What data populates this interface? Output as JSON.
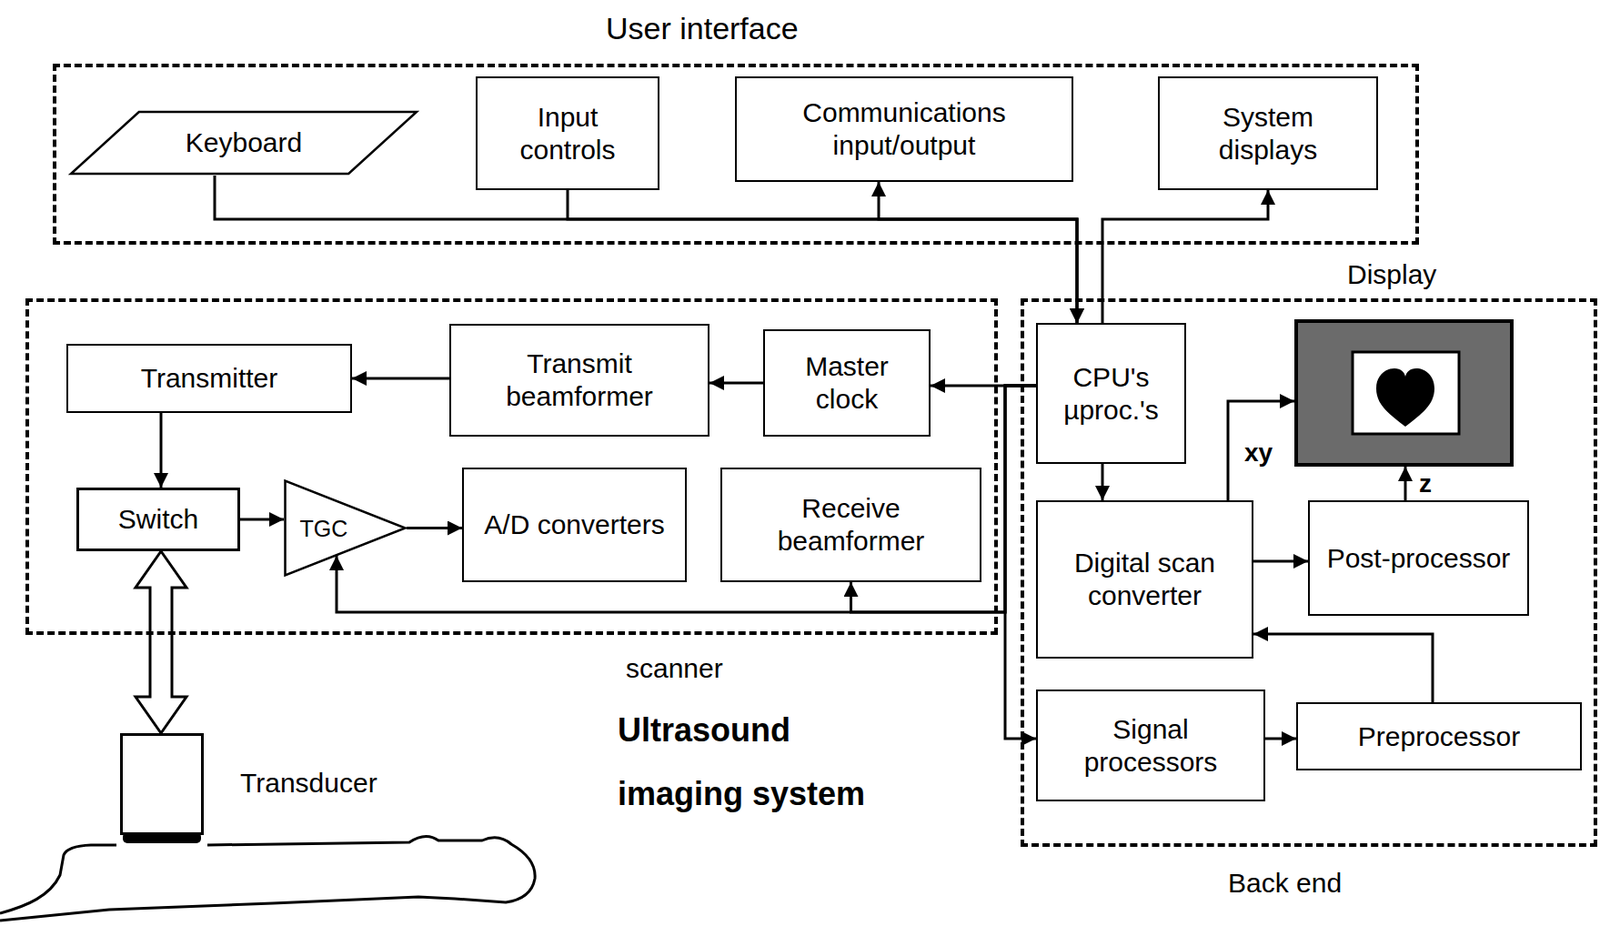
{
  "diagram": {
    "nodes": [
      {
        "text": [
          "User interface"
        ]
      },
      {
        "text": [
          "Keyboard"
        ],
        "in": 0
      },
      {
        "text": [
          "Input controls"
        ],
        "in": 0
      },
      {
        "text": [
          "Communications input/output"
        ],
        "in": 0
      },
      {
        "text": [
          "System displays"
        ],
        "in": 0
      },
      {
        "text": [
          "scanner"
        ]
      },
      {
        "text": [
          "Transmitter"
        ],
        "in": 5
      },
      {
        "text": [
          "Transmit beamformer"
        ],
        "in": 5
      },
      {
        "text": [
          "Master clock"
        ],
        "in": 5
      },
      {
        "text": [
          "Switch"
        ],
        "in": 5
      },
      {
        "text": [
          "TGC"
        ],
        "in": 5
      },
      {
        "text": [
          "A/D converters"
        ],
        "in": 5
      },
      {
        "text": [
          "Receive beamformer"
        ],
        "in": 5
      },
      {
        "text": [
          "Back end"
        ]
      },
      {
        "text": [
          "CPU's µproc.'s"
        ],
        "in": 13
      },
      {
        "text": [
          "Display"
        ],
        "in": 13
      },
      {
        "text": [
          "Digital scan converter"
        ],
        "in": 13
      },
      {
        "text": [
          "Post-processor"
        ],
        "in": 13
      },
      {
        "text": [
          "Signal processors"
        ],
        "in": 13
      },
      {
        "text": [
          "Preprocessor"
        ],
        "in": 13
      },
      {
        "text": [
          "Transducer"
        ]
      }
    ],
    "edges": [
      {
        "from": 1,
        "to": 14,
        "arrow": "to"
      },
      {
        "from": 2,
        "to": 14,
        "arrow": "to"
      },
      {
        "from": 3,
        "to": 14,
        "arrow": "both"
      },
      {
        "from": 14,
        "to": 4,
        "arrow": "to"
      },
      {
        "from": 14,
        "to": 8,
        "arrow": "to"
      },
      {
        "from": 8,
        "to": 7,
        "arrow": "to"
      },
      {
        "from": 7,
        "to": 6,
        "arrow": "to"
      },
      {
        "from": 6,
        "to": 9,
        "arrow": "to"
      },
      {
        "from": 9,
        "to": 10,
        "arrow": "to"
      },
      {
        "from": 10,
        "to": 11,
        "arrow": "to"
      },
      {
        "from": 9,
        "to": 20,
        "arrow": "both"
      },
      {
        "from": 14,
        "to": 12,
        "arrow": "to"
      },
      {
        "from": 14,
        "to": 10,
        "arrow": "to"
      },
      {
        "from": 14,
        "to": 16,
        "arrow": "to"
      },
      {
        "from": 14,
        "to": 18,
        "arrow": "to"
      },
      {
        "from": 18,
        "to": 19,
        "arrow": "to"
      },
      {
        "from": 19,
        "to": 16,
        "arrow": "to"
      },
      {
        "from": 16,
        "to": 17,
        "arrow": "to"
      },
      {
        "from": 16,
        "to": 15,
        "label": "xy",
        "arrow": "to"
      },
      {
        "from": 17,
        "to": 15,
        "label": "z",
        "arrow": "to"
      }
    ],
    "labels": [
      "Ultrasound imaging system"
    ]
  }
}
